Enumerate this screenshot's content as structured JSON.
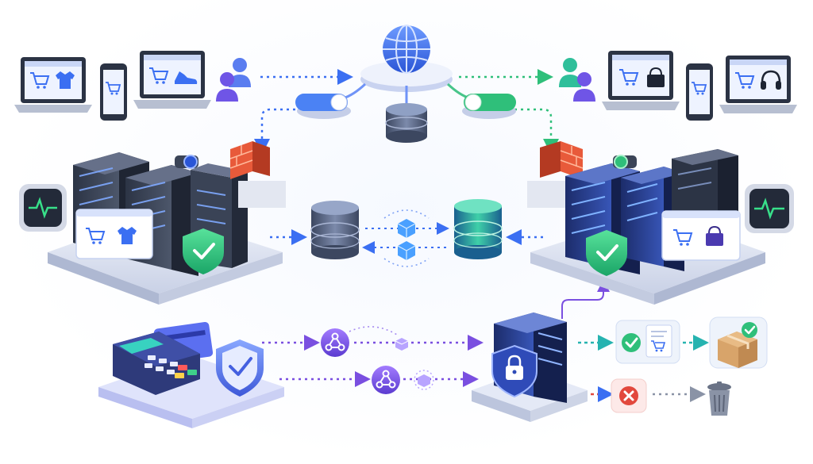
{
  "scene": {
    "background": "#ffffff",
    "accent_blue": "#3b6ff2",
    "accent_green": "#2fbf7a",
    "accent_purple": "#7a4fe0",
    "accent_red": "#e2483d"
  },
  "nodes": [
    {
      "id": "client-devices-left",
      "icon": "laptop-phone-laptop-icon",
      "products": [
        "cart-icon",
        "tshirt-icon",
        "sneaker-icon"
      ]
    },
    {
      "id": "users-left",
      "icon": "users-icon"
    },
    {
      "id": "global-network",
      "icon": "globe-icon"
    },
    {
      "id": "toggle-left",
      "icon": "toggle-switch-icon",
      "state": "blue"
    },
    {
      "id": "toggle-right",
      "icon": "toggle-switch-icon",
      "state": "green"
    },
    {
      "id": "central-database",
      "icon": "database-icon"
    },
    {
      "id": "users-right",
      "icon": "users-icon"
    },
    {
      "id": "client-devices-right",
      "icon": "laptop-phone-laptop-icon",
      "products": [
        "cart-icon",
        "handbag-icon",
        "headphones-icon"
      ]
    },
    {
      "id": "datacenter-left",
      "icon": "server-rack-icon",
      "badges": [
        "heartbeat-monitor-icon",
        "shop-window-icon",
        "shield-check-icon",
        "firewall-icon",
        "camera-icon"
      ]
    },
    {
      "id": "datacenter-right",
      "icon": "server-rack-icon",
      "badges": [
        "heartbeat-monitor-icon",
        "shop-window-icon",
        "shield-check-icon",
        "firewall-icon",
        "camera-icon"
      ]
    },
    {
      "id": "db-replica-left",
      "icon": "database-icon"
    },
    {
      "id": "sync-cubes",
      "icon": "cube-icon"
    },
    {
      "id": "db-replica-right",
      "icon": "database-icon"
    },
    {
      "id": "payment-terminal",
      "icon": "pos-terminal-icon"
    },
    {
      "id": "payment-shield",
      "icon": "shield-check-icon"
    },
    {
      "id": "webhook-top",
      "icon": "webhook-icon"
    },
    {
      "id": "webhook-bottom",
      "icon": "webhook-icon"
    },
    {
      "id": "secure-server",
      "icon": "locked-server-icon"
    },
    {
      "id": "order-approved",
      "icon": "check-cart-icon"
    },
    {
      "id": "package-delivered",
      "icon": "package-check-icon"
    },
    {
      "id": "order-rejected",
      "icon": "x-circle-icon"
    },
    {
      "id": "trash",
      "icon": "trash-icon"
    }
  ]
}
